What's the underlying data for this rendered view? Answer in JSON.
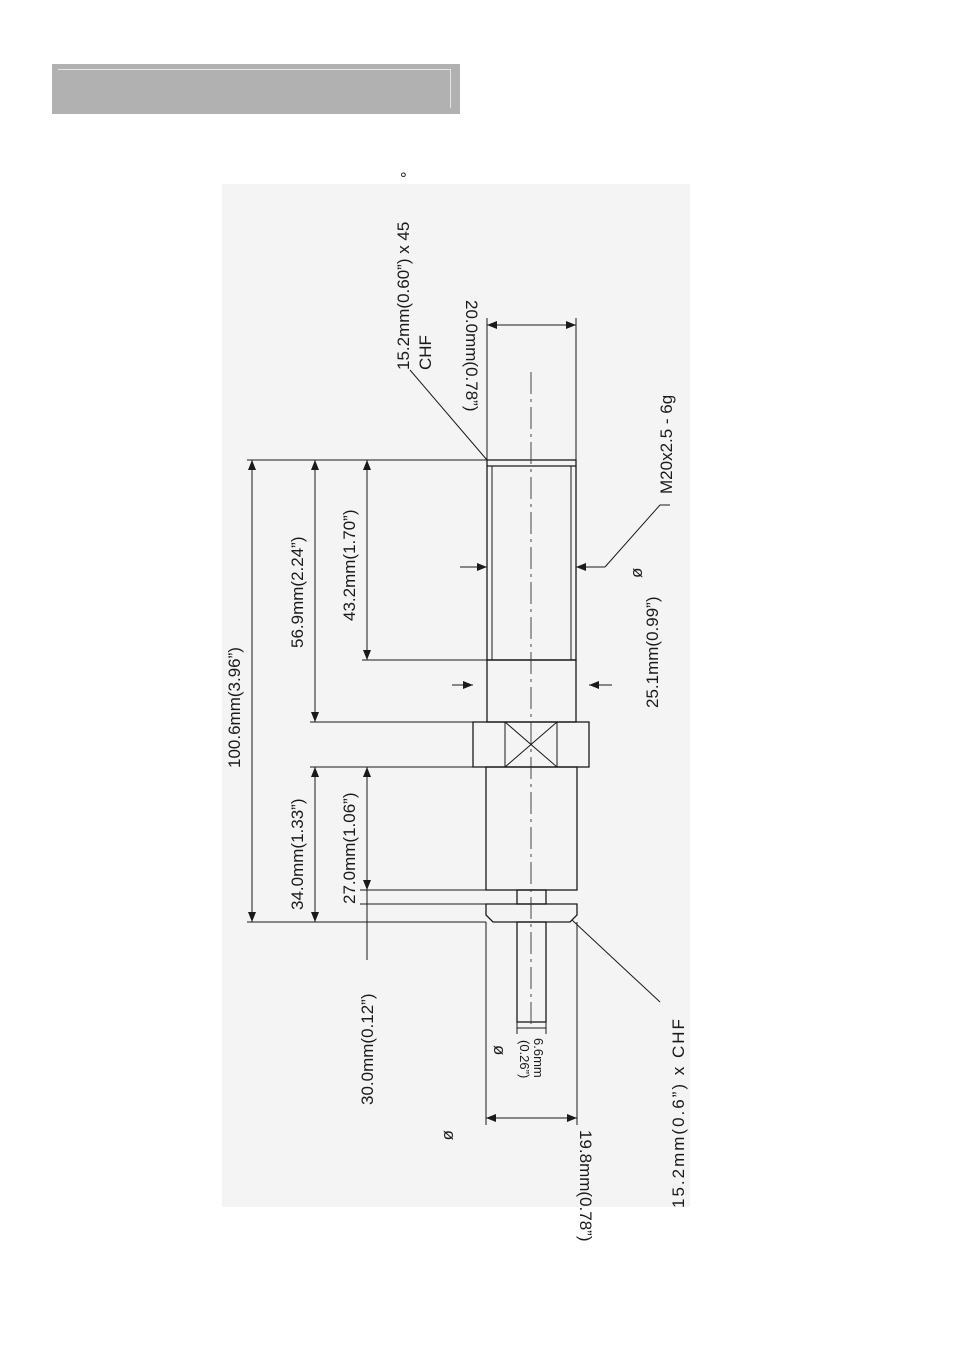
{
  "drawing": {
    "dimensions": {
      "total_length": "100.6mm(3.96”)",
      "thread_to_hex": "56.9mm(2.24”)",
      "thread_length": "43.2mm(1.70”)",
      "lower_body": "34.0mm(1.33”)",
      "lower_shank": "27.0mm(1.06”)",
      "collar_offset": "30.0mm(0.12”)",
      "chamfer_top_line1": "15.2mm(0.60”) x 45",
      "chamfer_top_line2": "CHF",
      "top_diameter": "20.0mm(0.78”)",
      "thread_spec": "M20x2.5 - 6g",
      "hex_diameter": "25.1mm(0.99”)",
      "diameter_symbol": "ø",
      "pin_diameter_line1": "6.6mm",
      "pin_diameter_line2": "(0.26”)",
      "bottom_diameter": "19.8mm(0.78”)",
      "chamfer_bottom": "15.2mm(0.6”) x CHF",
      "degree_symbol": "°"
    }
  }
}
